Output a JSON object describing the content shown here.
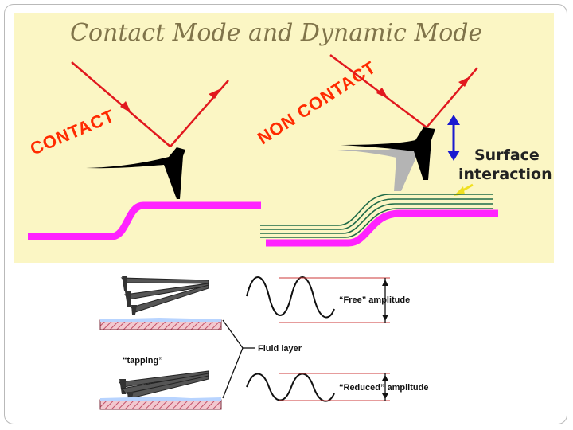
{
  "title": "Contact Mode and Dynamic Mode",
  "labels": {
    "contact": "CONTACT",
    "non_contact": "NON CONTACT",
    "surface_line1": "Surface",
    "surface_line2": "interaction",
    "free_amplitude": "“Free” amplitude",
    "reduced_amplitude": "“Reduced” amplitude",
    "fluid_layer": "Fluid layer",
    "tapping": "“tapping”"
  },
  "colors": {
    "panel_bg": "#fbf6c4",
    "title": "#80744a",
    "laser": "#e1181e",
    "sample": "#ff22ff",
    "mode_label": "#ff2a00",
    "arrow": "#1a1ad0",
    "field_lines": "#1f6b48",
    "pointer": "#f0e020"
  }
}
